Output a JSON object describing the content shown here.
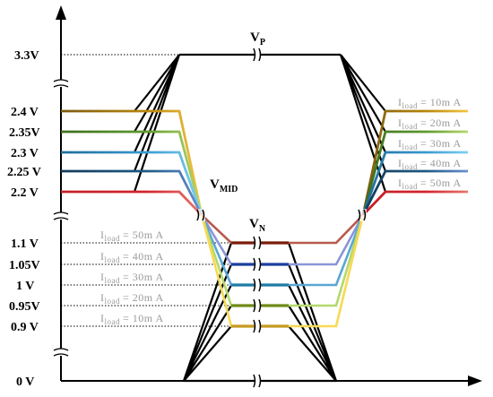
{
  "diagram": {
    "y_labels": [
      "3.3V",
      "2.4 V",
      "2.35V",
      "2.3 V",
      "2.25 V",
      "2.2 V",
      "1.1 V",
      "1.05V",
      "1 V",
      "0.95V",
      "0.9 V",
      "0 V"
    ],
    "nodes": {
      "vp": {
        "main": "V",
        "sub": "P"
      },
      "vmid": {
        "main": "V",
        "sub": "MID"
      },
      "vn": {
        "main": "V",
        "sub": "N"
      }
    },
    "iload_prefix": "I",
    "iload_sub": "load",
    "right_loads": [
      "= 10m A",
      "= 20m A",
      "= 30m A",
      "= 40m A",
      "= 50m A"
    ],
    "left_loads": [
      "= 50m A",
      "= 40m A",
      "= 30m A",
      "= 20m A",
      "= 10m A"
    ],
    "colors": {
      "green_high": "#5e9a2c",
      "blue_high": "#1e7aa5",
      "red": "#d3232a",
      "orange": "#f4a52b",
      "teal": "#1a4a6a",
      "yellow": "#f7d954",
      "light_green": "#b5d86b",
      "light_blue": "#67c3ea",
      "lavender": "#8a96d6",
      "brick": "#b85a4d",
      "dark_red": "#7a1d0a",
      "deep_blue": "#1b3fa0",
      "sky": "#59a7d4",
      "olive": "#6f8a17",
      "gold": "#e0b43a"
    }
  }
}
